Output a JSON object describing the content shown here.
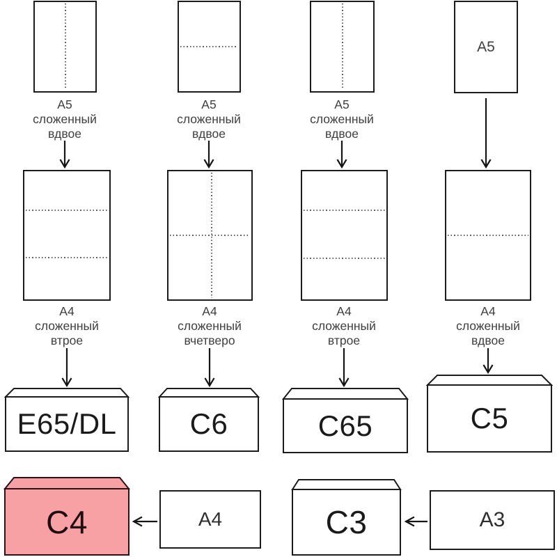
{
  "diagram_subject": "paper-to-envelope size folding chart",
  "colors": {
    "background": "#ffffff",
    "outline": "#1b1b1b",
    "caption_text": "#3f3f3f",
    "envelope_label_text": "#1a1a1a",
    "fold_line": "#5f5f5f",
    "highlight_envelope_fill": "#f8a1a5",
    "highlight_envelope_stroke": "#2a1215"
  },
  "columns": [
    {
      "top_caption": [
        "А5",
        "сложенный",
        "вдвое"
      ],
      "mid_caption": [
        "А4",
        "сложенный",
        "втрое"
      ],
      "envelope_label": "E65/DL"
    },
    {
      "top_caption": [
        "А5",
        "сложенный",
        "вдвое"
      ],
      "mid_caption": [
        "А4",
        "сложенный",
        "вчетверо"
      ],
      "envelope_label": "C6"
    },
    {
      "top_caption": [
        "А5",
        "сложенный",
        "вдвое"
      ],
      "mid_caption": [
        "А4",
        "сложенный",
        "втрое"
      ],
      "envelope_label": "C65"
    },
    {
      "top_sheet_label": "А5",
      "mid_caption": [
        "А4",
        "сложенный",
        "вдвое"
      ],
      "envelope_label": "C5"
    }
  ],
  "bottom_row": {
    "c4_envelope_label": "C4",
    "a4_sheet_label": "А4",
    "c3_envelope_label": "C3",
    "a3_sheet_label": "А3"
  }
}
